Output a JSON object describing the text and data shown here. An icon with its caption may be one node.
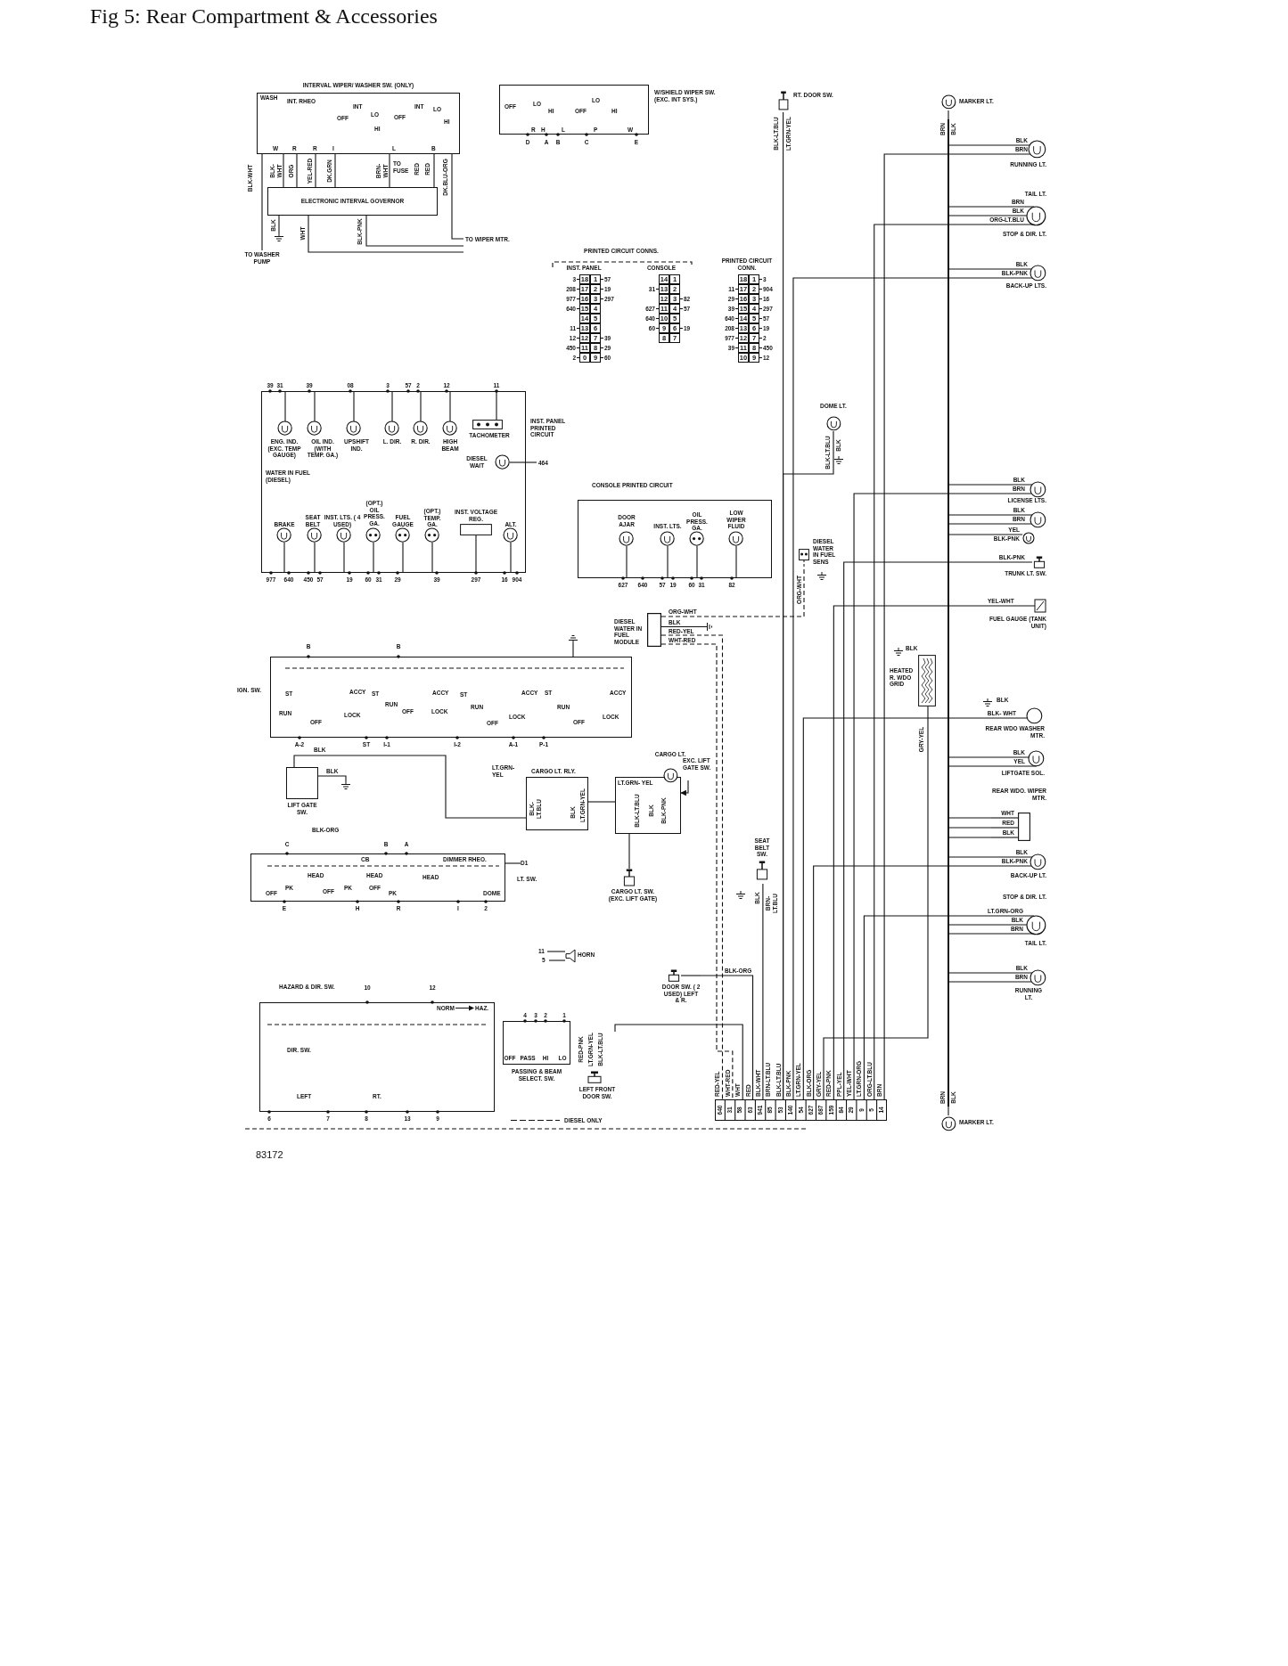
{
  "diagram": {
    "title": "Fig 5: Rear Compartment & Accessories",
    "nodes": [
      {
        "text": [
          "INTERVAL WIPER/ WASHER SW. (ONLY)"
        ]
      },
      {
        "text": [
          "ELECTRONIC INTERVAL GOVERNOR"
        ]
      },
      {
        "text": [
          "TO WASHER PUMP"
        ]
      },
      {
        "text": [
          "TO WIPER MTR."
        ]
      },
      {
        "text": [
          "W/SHIELD WIPER SW. (EXC. INT SYS.)"
        ]
      },
      {
        "text": [
          "RT. DOOR SW."
        ]
      },
      {
        "text": [
          "MARKER LT."
        ]
      },
      {
        "text": [
          "RUNNING LT."
        ]
      },
      {
        "text": [
          "TAIL LT.",
          "STOP & DIR. LT."
        ]
      },
      {
        "text": [
          "BACK-UP LTS."
        ]
      },
      {
        "text": [
          "INST. PANEL PRINTED CIRCUIT"
        ]
      },
      {
        "text": [
          "DOME LT."
        ]
      },
      {
        "text": [
          "CONSOLE PRINTED CIRCUIT"
        ]
      },
      {
        "text": [
          "LICENSE LTS."
        ]
      },
      {
        "text": [
          "TRUNK LT. SW."
        ]
      },
      {
        "text": [
          "DIESEL WATER IN FUEL SENS"
        ]
      },
      {
        "text": [
          "DIESEL WATER IN FUEL MODULE"
        ]
      },
      {
        "text": [
          "FUEL GAUGE (TANK UNIT)"
        ]
      },
      {
        "text": [
          "IGN. SW."
        ]
      },
      {
        "text": [
          "HEATED R. WDO GRID"
        ]
      },
      {
        "text": [
          "REAR WDO WASHER MTR."
        ]
      },
      {
        "text": [
          "LIFT GATE SW."
        ]
      },
      {
        "text": [
          "CARGO LT. RLY."
        ]
      },
      {
        "text": [
          "CARGO LT."
        ]
      },
      {
        "text": [
          "EXC. LIFT GATE SW."
        ]
      },
      {
        "text": [
          "LIFTGATE SOL."
        ]
      },
      {
        "text": [
          "REAR WDO. WIPER MTR."
        ]
      },
      {
        "text": [
          "LT. SW."
        ]
      },
      {
        "text": [
          "SEAT BELT SW."
        ]
      },
      {
        "text": [
          "CARGO LT. SW. (EXC. LIFT GATE)"
        ]
      },
      {
        "text": [
          "BACK-UP LT."
        ]
      },
      {
        "text": [
          "STOP & DIR. LT.",
          "TAIL LT."
        ]
      },
      {
        "text": [
          "HORN"
        ]
      },
      {
        "text": [
          "DOOR SW. ( 2 USED) LEFT & R."
        ]
      },
      {
        "text": [
          "RUNNING LT."
        ]
      },
      {
        "text": [
          "HAZARD & DIR. SW."
        ]
      },
      {
        "text": [
          "PASSING & BEAM SELECT. SW."
        ]
      },
      {
        "text": [
          "LEFT FRONT DOOR SW."
        ]
      },
      {
        "text": [],
        "shape": "box"
      },
      {
        "text": [
          "MARKER LT."
        ]
      },
      {
        "text": [],
        "shape": "bar"
      },
      {
        "text": [],
        "shape": "circle"
      },
      {
        "text": [],
        "shape": "ground"
      },
      {
        "text": [],
        "shape": "ground"
      },
      {
        "text": [],
        "shape": "ground"
      },
      {
        "text": [],
        "shape": "ground"
      },
      {
        "text": [
          "D1"
        ]
      },
      {
        "text": [
          "11"
        ]
      },
      {
        "text": [
          "5"
        ]
      }
    ],
    "edges": [
      {
        "from": 0,
        "to": 1,
        "arrow": "none"
      },
      {
        "from": 0,
        "to": 2,
        "arrow": "none"
      },
      {
        "from": 1,
        "to": 3,
        "arrow": "none"
      },
      {
        "from": 1,
        "to": 3,
        "arrow": "none"
      },
      {
        "from": 0,
        "to": 3,
        "arrow": "none"
      },
      {
        "from": 5,
        "to": 38,
        "arrow": "none"
      },
      {
        "from": 6,
        "to": 40,
        "arrow": "none"
      },
      {
        "from": 7,
        "to": 38,
        "arrow": "none"
      },
      {
        "from": 8,
        "to": 38,
        "arrow": "none"
      },
      {
        "from": 9,
        "to": 38,
        "arrow": "none"
      },
      {
        "from": 13,
        "to": 38,
        "arrow": "none"
      },
      {
        "from": 14,
        "to": 38,
        "arrow": "none"
      },
      {
        "from": 17,
        "to": 38,
        "arrow": "none"
      },
      {
        "from": 19,
        "to": 38,
        "arrow": "none"
      },
      {
        "from": 20,
        "to": 38,
        "arrow": "none"
      },
      {
        "from": 30,
        "to": 38,
        "arrow": "none"
      },
      {
        "from": 31,
        "to": 38,
        "arrow": "none"
      },
      {
        "from": 16,
        "to": 15,
        "arrow": "none",
        "style": "dashed"
      },
      {
        "from": 16,
        "to": 38,
        "arrow": "none",
        "style": "dashed"
      },
      {
        "from": 21,
        "to": 22,
        "arrow": "none"
      },
      {
        "from": 22,
        "to": 23,
        "arrow": "none"
      },
      {
        "from": 24,
        "to": 23,
        "arrow": "to"
      },
      {
        "from": 23,
        "to": 29,
        "arrow": "none"
      },
      {
        "from": 28,
        "to": 38,
        "arrow": "none"
      },
      {
        "from": 33,
        "to": 38,
        "arrow": "none"
      },
      {
        "from": 37,
        "to": 38,
        "arrow": "none"
      },
      {
        "from": 40,
        "to": 39,
        "arrow": "none"
      },
      {
        "from": 11,
        "to": 38,
        "arrow": "none"
      },
      {
        "from": 0,
        "to": 1,
        "arrow": "none"
      },
      {
        "from": 0,
        "to": 1,
        "arrow": "none"
      },
      {
        "from": 0,
        "to": 1,
        "arrow": "none"
      },
      {
        "from": 0,
        "to": 1,
        "arrow": "none"
      },
      {
        "from": 0,
        "to": 1,
        "arrow": "none"
      },
      {
        "from": 7,
        "to": 40,
        "arrow": "none"
      },
      {
        "from": 8,
        "to": 40,
        "arrow": "none"
      },
      {
        "from": 8,
        "to": 40,
        "arrow": "none"
      },
      {
        "from": 9,
        "to": 40,
        "arrow": "none"
      },
      {
        "from": 13,
        "to": 40,
        "arrow": "none"
      },
      {
        "from": 13,
        "to": 40,
        "arrow": "none"
      },
      {
        "from": 13,
        "to": 40,
        "arrow": "none"
      },
      {
        "from": 41,
        "to": 40,
        "arrow": "none"
      },
      {
        "from": 25,
        "to": 40,
        "arrow": "none"
      },
      {
        "from": 25,
        "to": 40,
        "arrow": "none"
      },
      {
        "from": 26,
        "to": 40,
        "arrow": "none"
      },
      {
        "from": 26,
        "to": 40,
        "arrow": "none"
      },
      {
        "from": 26,
        "to": 40,
        "arrow": "none"
      },
      {
        "from": 30,
        "to": 40,
        "arrow": "none"
      },
      {
        "from": 31,
        "to": 40,
        "arrow": "none"
      },
      {
        "from": 31,
        "to": 40,
        "arrow": "none"
      },
      {
        "from": 34,
        "to": 40,
        "arrow": "none"
      },
      {
        "from": 34,
        "to": 40,
        "arrow": "none"
      },
      {
        "from": 47,
        "to": 32,
        "arrow": "none"
      },
      {
        "from": 48,
        "to": 32,
        "arrow": "none"
      },
      {
        "from": 16,
        "to": 45,
        "arrow": "none"
      },
      {
        "from": 16,
        "to": 38,
        "arrow": "none",
        "style": "dashed"
      },
      {
        "from": 21,
        "to": 44,
        "arrow": "none"
      },
      {
        "from": 27,
        "to": 46,
        "arrow": "none"
      },
      {
        "from": 18,
        "to": 43,
        "arrow": "none"
      },
      {
        "from": 1,
        "to": 42,
        "arrow": "none"
      }
    ],
    "labels": [
      "WASH",
      "INT. RHEO",
      "INT",
      "OFF",
      "LO",
      "HI",
      "OFF",
      "INT",
      "LO",
      "HI",
      "W",
      "R",
      "R",
      "I",
      "L",
      "B",
      "BLK-WHT",
      "BLK- WHT",
      "ORG",
      "YEL-RED",
      "DK.GRN",
      "BRN- WHT",
      "TO FUSE",
      "RED",
      "RED",
      "DK.BLU-ORG",
      "BLK",
      "WHT",
      "BLK-PNK",
      "OFF",
      "LO",
      "HI",
      "OFF",
      "LO",
      "HI",
      "R",
      "H",
      "L",
      "P",
      "W",
      "D",
      "A",
      "B",
      "C",
      "E",
      "PRINTED CIRCUIT CONNS.",
      "INST. PANEL",
      "CONSOLE",
      "3",
      "18",
      "1",
      "57",
      "208",
      "17",
      "2",
      "19",
      "977",
      "16",
      "3",
      "297",
      "640",
      "15",
      "4",
      "14",
      "5",
      "11",
      "13",
      "6",
      "12",
      "12",
      "7",
      "39",
      "450",
      "11",
      "8",
      "29",
      "2",
      "0",
      "9",
      "60",
      "14",
      "1",
      "31",
      "13",
      "2",
      "12",
      "3",
      "82",
      "627",
      "11",
      "4",
      "57",
      "640",
      "10",
      "5",
      "60",
      "9",
      "6",
      "19",
      "8",
      "7",
      "PRINTED CIRCUIT CONN.",
      "18",
      "1",
      "3",
      "11",
      "17",
      "2",
      "904",
      "29",
      "16",
      "3",
      "16",
      "39",
      "15",
      "4",
      "297",
      "640",
      "14",
      "5",
      "57",
      "208",
      "13",
      "6",
      "19",
      "977",
      "12",
      "7",
      "2",
      "39",
      "11",
      "8",
      "450",
      "10",
      "9",
      "12",
      "39",
      "31",
      "39",
      "08",
      "3",
      "57",
      "2",
      "12",
      "11",
      "ENG. IND. (EXC. TEMP GAUGE)",
      "OIL IND. (WITH TEMP. GA.)",
      "UPSHIFT IND.",
      "L. DIR.",
      "R. DIR.",
      "HIGH BEAM",
      "TACHOMETER",
      "DIESEL WAIT",
      "464",
      "WATER IN FUEL (DIESEL)",
      "BRAKE",
      "SEAT BELT",
      "INST. LTS. ( 4 USED)",
      "(OPT.) OIL PRESS. GA.",
      "FUEL GAUGE",
      "(OPT.) TEMP. GA.",
      "INST. VOLTAGE REG.",
      "ALT.",
      "977",
      "640",
      "450",
      "57",
      "19",
      "60",
      "31",
      "29",
      "39",
      "297",
      "16",
      "904",
      "DOOR AJAR",
      "INST. LTS.",
      "OIL PRESS. GA.",
      "LOW WIPER FLUID",
      "627",
      "640",
      "57",
      "19",
      "60",
      "31",
      "82",
      "BLK-LT.BLU",
      "LT.GRN-YEL",
      "BRN",
      "BLK",
      "BLK",
      "BRN",
      "BRN",
      "BLK",
      "ORG-LT.BLU",
      "BLK",
      "BLK-PNK",
      "BLK-LT.BLU",
      "BLK",
      "BLK",
      "BRN",
      "BLK",
      "BRN",
      "YEL",
      "BLK-PNK",
      "BLK-PNK",
      "ORG-WHT",
      "ORG-WHT",
      "BLK",
      "RED-YEL",
      "WHT-RED",
      "YEL-WHT",
      "BLK",
      "GRY-YEL",
      "BLK",
      "BLK- WHT",
      "BLK",
      "YEL",
      "WHT",
      "RED",
      "BLK",
      "BLK",
      "BLK-PNK",
      "LT.GRN-ORG",
      "BLK",
      "BRN",
      "BLK",
      "BRN",
      "BRN",
      "BLK",
      "B",
      "B",
      "ST",
      "ACCY",
      "RUN",
      "OFF",
      "LOCK",
      "ST",
      "ACCY",
      "RUN",
      "OFF",
      "LOCK",
      "ST",
      "ACCY",
      "RUN",
      "OFF",
      "LOCK",
      "ST",
      "ACCY",
      "RUN",
      "OFF",
      "LOCK",
      "A-2",
      "ST",
      "I-1",
      "I-2",
      "A-1",
      "P-1",
      "BLK",
      "BLK",
      "BLK-ORG",
      "LT.GRN- YEL",
      "BLK- LT.BLU",
      "BLK",
      "LT.GRN-YEL",
      "LT.GRN- YEL",
      "BLK-LT.BLU",
      "BLK",
      "BLK-PNK",
      "C",
      "B",
      "A",
      "CB",
      "DIMMER RHEO.",
      "HEAD",
      "HEAD",
      "HEAD",
      "OFF",
      "PK",
      "OFF",
      "PK",
      "OFF",
      "PK",
      "DOME",
      "E",
      "H",
      "R",
      "I",
      "2",
      "BLK",
      "BRN- LT.BLU",
      "BLK-ORG",
      "10",
      "12",
      "NORM",
      "HAZ.",
      "DIR. SW.",
      "LEFT",
      "RT.",
      "6",
      "7",
      "8",
      "13",
      "9",
      "4",
      "3",
      "2",
      "1",
      "OFF",
      "PASS",
      "HI",
      "LO",
      "RED-PNK",
      "LT.GRN-YEL",
      "BLK-LT.BLU",
      "RED-YEL",
      "WHT-RED",
      "WHT",
      "RED",
      "BLK-WHT",
      "BRN-LT.BLU",
      "BLK-LT.BLU",
      "BLK-PNK",
      "LT.GRN-YEL",
      "BLK-ORG",
      "GRY-YEL",
      "RED-PNK",
      "PPL-YEL",
      "YEL-WHT",
      "LT.GRN-ORG",
      "ORG-LT.BLU",
      "BRN",
      "640",
      "31",
      "58",
      "63",
      "941",
      "85",
      "53",
      "140",
      "54",
      "627",
      "687",
      "159",
      "84",
      "29",
      "9",
      "5",
      "14",
      "83172"
    ],
    "legend": [
      {
        "text": "DIESEL ONLY"
      }
    ]
  }
}
